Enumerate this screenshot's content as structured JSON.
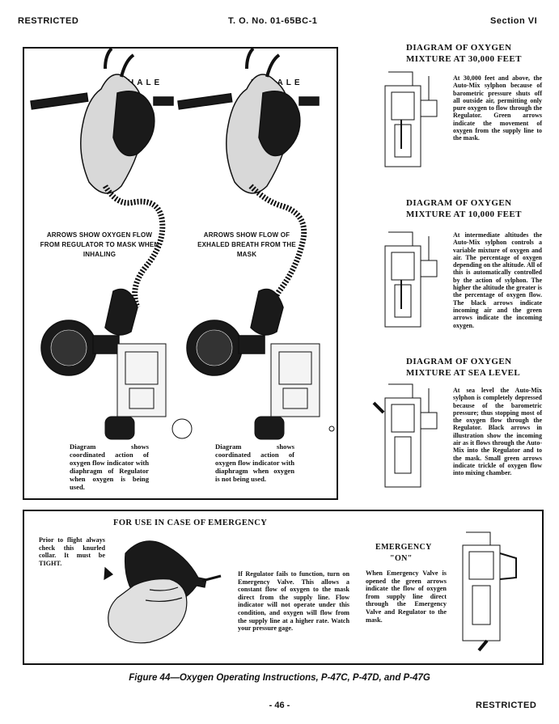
{
  "header": {
    "left": "RESTRICTED",
    "center": "T. O. No. 01-65BC-1",
    "right": "Section VI"
  },
  "illustration": {
    "inhale_label": "INHALE",
    "exhale_label": "EXHALE",
    "inhale_arrows": "ARROWS SHOW OXYGEN FLOW FROM REGULATOR TO MASK WHEN INHALING",
    "exhale_arrows": "ARROWS SHOW FLOW OF EXHALED BREATH FROM THE MASK",
    "inhale_caption": "Diagram shows coordinated action of oxygen flow indicator with diaphragm of Regulator when oxygen is being used.",
    "exhale_caption": "Diagram shows coordinated action of oxygen flow indicator with diaphragm when oxygen is not being used."
  },
  "diagrams": [
    {
      "title_line1": "DIAGRAM OF OXYGEN",
      "title_line2": "MIXTURE AT 30,000 FEET",
      "text": "At 30,000 feet and above, the Auto-Mix sylphon because of barometric pressure shuts off all outside air, permitting only pure oxygen to flow through the Regulator. Green arrows indicate the movement of oxygen from the supply line to the mask."
    },
    {
      "title_line1": "DIAGRAM OF OXYGEN",
      "title_line2": "MIXTURE AT 10,000 FEET",
      "text": "At intermediate altitudes the Auto-Mix sylphon controls a variable mixture of oxygen and air. The percentage of oxygen depending on the altitude. All of this is automatically controlled by the action of sylphon. The higher the altitude the greater is the percentage of oxygen flow. The black arrows indicate incoming air and the green arrows indicate the incoming oxygen."
    },
    {
      "title_line1": "DIAGRAM OF OXYGEN",
      "title_line2": "MIXTURE AT SEA LEVEL",
      "text": "At sea level the Auto-Mix sylphon is completely depressed because of the barometric pressure; thus stopping most of the oxygen flow through the Regulator. Black arrows in illustration show the incoming air as it flows through the Auto-Mix into the Regulator and to the mask. Small green arrows indicate trickle of oxygen flow into mixing chamber."
    }
  ],
  "emergency": {
    "title": "FOR USE IN CASE OF EMERGENCY",
    "left_text": "Prior to flight always check this knurled collar. It must be TIGHT.",
    "middle_text": "If Regulator fails to function, turn on Emergency Valve. This allows a constant flow of oxygen to the mask direct from the supply line. Flow indicator will not operate under this condition, and oxygen will flow from the supply line at a higher rate. Watch your pressure gage.",
    "on_title_line1": "EMERGENCY",
    "on_title_line2": "\"ON\"",
    "on_text": "When Emergency Valve is opened the green arrows indicate the flow of oxygen from supply line direct through the Emergency Valve and Regulator to the mask."
  },
  "figure_caption": "Figure 44—Oxygen Operating Instructions, P-47C, P-47D, and P-47G",
  "footer": {
    "page": "- 46 -",
    "right": "RESTRICTED"
  }
}
